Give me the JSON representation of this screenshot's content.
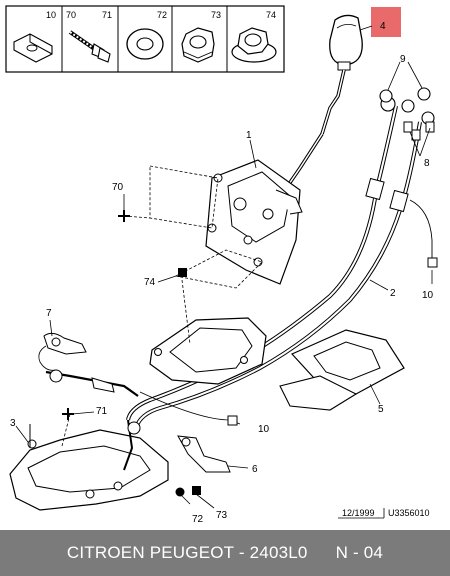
{
  "header_parts": [
    {
      "label": "10",
      "icon": "clip-icon"
    },
    {
      "label": "70",
      "icon": "bolt-icon"
    },
    {
      "label": "71",
      "icon": "bolt-icon"
    },
    {
      "label": "72",
      "icon": "washer-icon"
    },
    {
      "label": "73",
      "icon": "nut-icon"
    },
    {
      "label": "74",
      "icon": "flange-nut-icon"
    }
  ],
  "callouts": {
    "c1": "1",
    "c2": "2",
    "c3": "3",
    "c4": "4",
    "c5": "5",
    "c6": "6",
    "c7": "7",
    "c8": "8",
    "c9": "9",
    "c10a": "10",
    "c10b": "10",
    "c70": "70",
    "c71": "71",
    "c72": "72",
    "c73": "73",
    "c74": "74"
  },
  "reference": {
    "date": "12/1999",
    "code": "U3356010"
  },
  "highlight_color": "#e86a6a",
  "footer": {
    "title": "CITROEN PEUGEOT - 2403L0",
    "code": "N - 04"
  }
}
